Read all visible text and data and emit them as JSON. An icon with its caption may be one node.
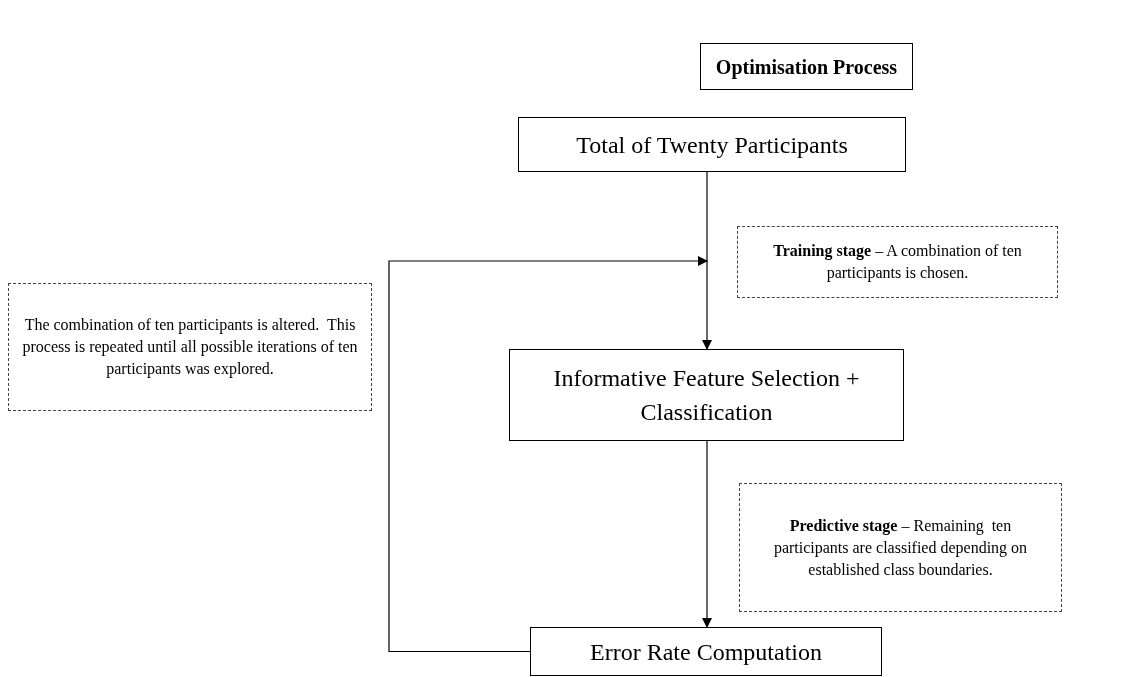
{
  "diagram": {
    "title": "Optimisation Process",
    "nodes": [
      {
        "text": [
          "Total of Twenty Participants"
        ]
      },
      {
        "text": [
          "**Training stage** – A combination of ten participants is chosen."
        ]
      },
      {
        "text": [
          "Informative Feature Selection + Classification"
        ]
      },
      {
        "text": [
          "The combination of ten participants is altered.  This process is repeated until all possible iterations of ten participants was explored."
        ]
      },
      {
        "text": [
          "**Predictive stage** – Remaining  ten participants are classified depending on established class boundaries."
        ]
      },
      {
        "text": [
          "Error Rate Computation"
        ]
      }
    ],
    "edges": [
      {
        "from": 0,
        "to": 2,
        "arrow": "to"
      },
      {
        "from": 2,
        "to": 5,
        "arrow": "to"
      },
      {
        "from": 5,
        "to": null,
        "arrow": "to"
      }
    ]
  }
}
